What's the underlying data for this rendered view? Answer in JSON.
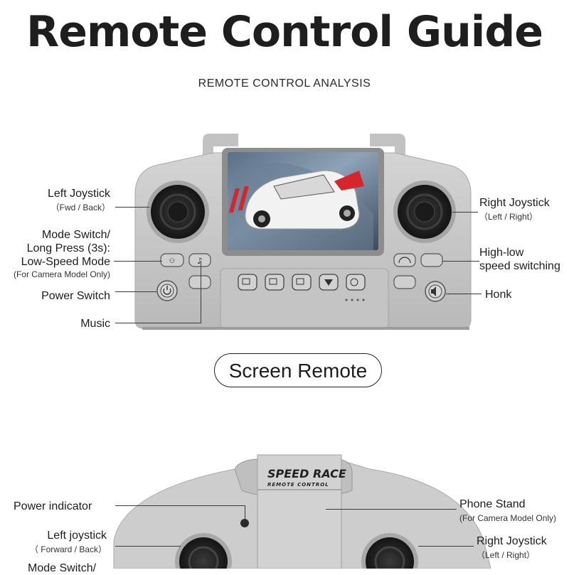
{
  "header": {
    "title": "Remote Control Guide",
    "subtitle": "REMOTE CONTROL ANALYSIS"
  },
  "screen_remote": {
    "left_joystick": {
      "label": "Left Joystick",
      "sub": "（Fwd / Back）"
    },
    "mode_switch": {
      "line1": "Mode Switch/",
      "line2": "Long Press (3s):",
      "line3": "Low-Speed Mode",
      "sub": "(For Camera Model Only)"
    },
    "power_switch": "Power Switch",
    "music": "Music",
    "right_joystick": {
      "label": "Right Joystick",
      "sub": "（Left / Right）"
    },
    "speed": {
      "line1": "High-low",
      "line2": "speed switching"
    },
    "honk": "Honk",
    "caption": "Screen Remote"
  },
  "second_remote": {
    "brand_logo": "SPEED RACE",
    "brand_tagline": "REMOTE CONTROL",
    "power_indicator": "Power indicator",
    "left_joystick": {
      "label": "Left joystick",
      "sub": "（ Forward / Back）"
    },
    "mode_switch": "Mode Switch/",
    "phone_stand": {
      "label": "Phone Stand",
      "sub": "(For Camera Model Only)"
    },
    "right_joystick": {
      "label": "Right Joystick",
      "sub": "（Left / Right）"
    }
  },
  "colors": {
    "shell": "#c9c9c9",
    "shell_dark": "#9a9a9a",
    "joystick": "#2b2b2b",
    "text": "#1d1d1d"
  }
}
